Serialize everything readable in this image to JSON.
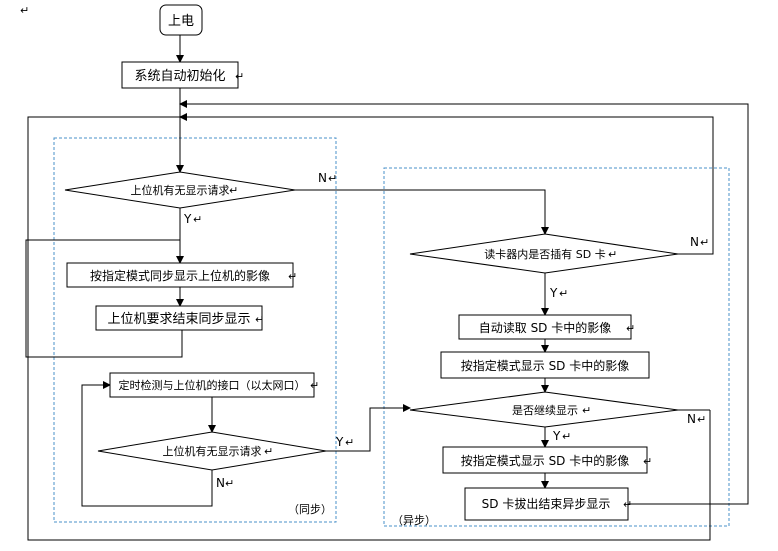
{
  "marks": {
    "return_mark": "↵"
  },
  "nodes": {
    "power_on": "上电",
    "sys_init": "系统自动初始化",
    "query_display_1": "上位机有无显示请求",
    "sync_show": "按指定模式同步显示上位机的影像",
    "sync_end": "上位机要求结束同步显示",
    "timer_check": "定时检测与上位机的接口（以太网口）",
    "query_display_2": "上位机有无显示请求",
    "sd_inserted": "读卡器内是否插有 SD 卡",
    "read_sd": "自动读取 SD 卡中的影像",
    "show_sd": "按指定模式显示 SD 卡中的影像",
    "continue_show": "是否继续显示",
    "show_sd_2": "按指定模式显示 SD 卡中的影像",
    "sd_removed": "SD 卡拔出结束异步显示"
  },
  "edge_labels": {
    "n1": "N",
    "y1": "Y",
    "n2": "N",
    "y2": "Y",
    "n3": "N",
    "y3": "Y",
    "n4": "N",
    "y4": "Y"
  },
  "groups": {
    "sync": "（同步）",
    "async": "（异步）"
  }
}
